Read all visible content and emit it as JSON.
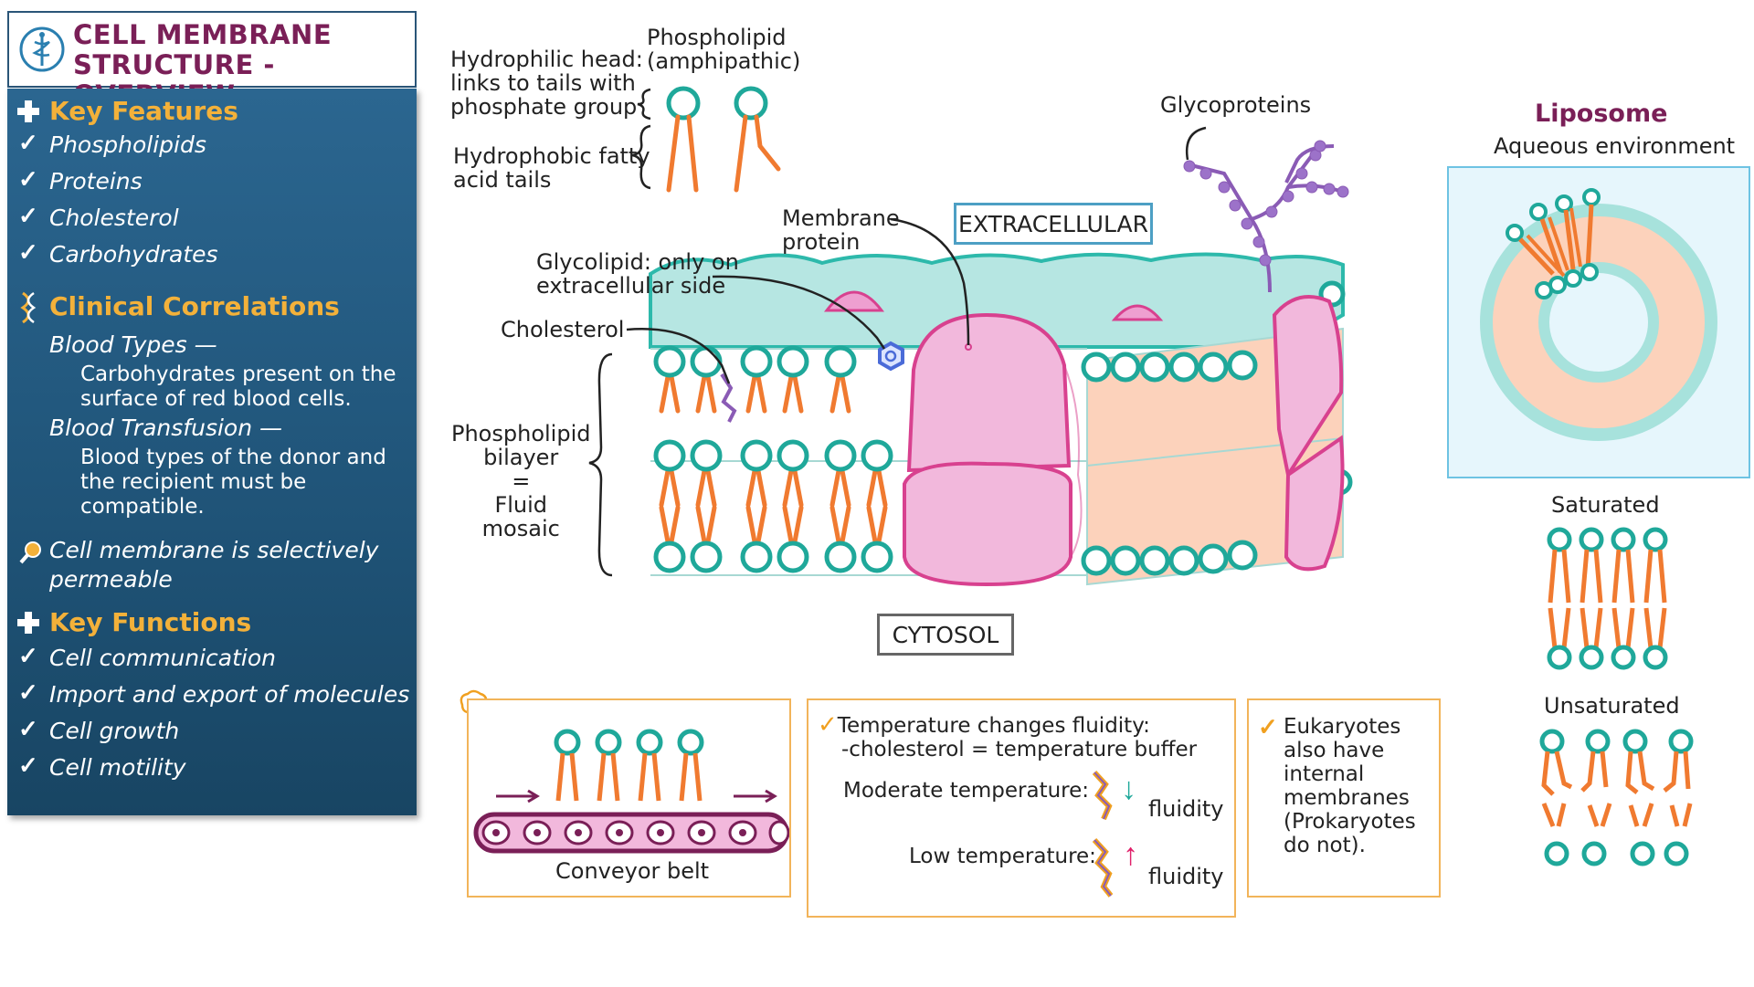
{
  "title": {
    "line1": "CELL MEMBRANE",
    "line2": "STRUCTURE - OVERVIEW"
  },
  "sidebar": {
    "key_features_heading": "Key Features",
    "features": [
      "Phospholipids",
      "Proteins",
      "Cholesterol",
      "Carbohydrates"
    ],
    "clinical_heading": "Clinical Correlations",
    "blood_types_title": "Blood Types —",
    "blood_types_text1": "Carbohydrates present on the",
    "blood_types_text2": "surface of red blood cells.",
    "transfusion_title": "Blood Transfusion —",
    "transfusion_text1": "Blood types of the donor and",
    "transfusion_text2": "the recipient must be",
    "transfusion_text3": "compatible.",
    "selective1": "Cell membrane is selectively",
    "selective2": "permeable",
    "key_functions_heading": "Key Functions",
    "functions": [
      "Cell communication",
      "Import and export of molecules",
      "Cell growth",
      "Cell motility"
    ]
  },
  "diagram": {
    "hydrophilic1": "Hydrophilic head:",
    "hydrophilic2": "links to tails with",
    "hydrophilic3": "phosphate group",
    "phospholipid1": "Phospholipid",
    "phospholipid2": "(amphipathic)",
    "hydrophobic1": "Hydrophobic fatty",
    "hydrophobic2": "acid tails",
    "glycoproteins": "Glycoproteins",
    "membrane_protein1": "Membrane",
    "membrane_protein2": "protein",
    "extracellular": "EXTRACELLULAR",
    "glycolipid1": "Glycolipid: only on",
    "glycolipid2": "extracellular side",
    "cholesterol": "Cholesterol",
    "bilayer1": "Phospholipid",
    "bilayer2": "bilayer",
    "bilayer3": "=",
    "bilayer4": "Fluid",
    "bilayer5": "mosaic",
    "cytosol": "CYTOSOL"
  },
  "liposome": {
    "title": "Liposome",
    "subtitle": "Aqueous environment",
    "saturated": "Saturated",
    "unsaturated": "Unsaturated"
  },
  "boxes": {
    "conveyor": "Conveyor belt",
    "temp1": "Temperature changes fluidity:",
    "temp2": "-cholesterol = temperature buffer",
    "moderate": "Moderate temperature:",
    "low": "Low temperature:",
    "fluidity": "fluidity",
    "euk1": "Eukaryotes",
    "euk2": "also have",
    "euk3": "internal",
    "euk4": "membranes",
    "euk5": "(Prokaryotes",
    "euk6": "do not)."
  },
  "colors": {
    "title_text": "#7a1f57",
    "sidebar_bg": "#1f5377",
    "sidebar_heading": "#f3b13a",
    "teal_head": "#1fa89a",
    "orange_tail": "#f07a30",
    "protein_pink": "#ee9fd0",
    "protein_stroke": "#d8418f",
    "purple": "#8a5bb5",
    "box_orange": "#f2b45a"
  },
  "icons": [
    "caduceus-icon",
    "plus-icon",
    "check-icon",
    "dna-icon",
    "magnifier-icon",
    "brain-icon",
    "arrow-down-icon",
    "arrow-up-icon"
  ]
}
